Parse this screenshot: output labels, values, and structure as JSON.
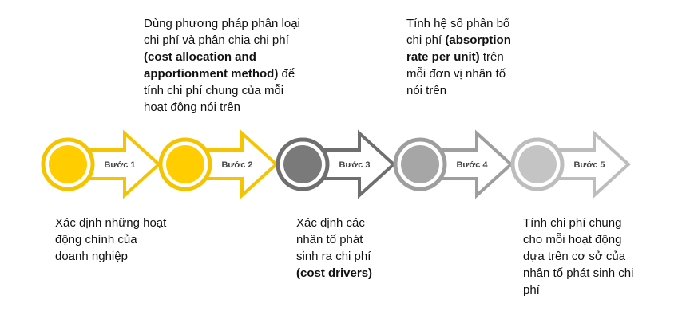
{
  "steps": [
    {
      "label": "Bước 1",
      "color": "#F5C400",
      "circle_fill": "#FFCD00"
    },
    {
      "label": "Bước 2",
      "color": "#F5C400",
      "circle_fill": "#FFCD00"
    },
    {
      "label": "Bước 3",
      "color": "#6F6F6F",
      "circle_fill": "#7A7A7A"
    },
    {
      "label": "Bước 4",
      "color": "#9E9E9E",
      "circle_fill": "#A6A6A6"
    },
    {
      "label": "Bước 5",
      "color": "#BDBDBD",
      "circle_fill": "#C4C4C4"
    }
  ],
  "descriptions": {
    "step1": {
      "text": "Xác định những hoạt động chính của doanh nghiệp"
    },
    "step2": {
      "pre": "Dùng phương pháp phân loại chi phí và phân chia chi phí ",
      "bold": "(cost allocation and apportionment method)",
      "post": " để tính chi phí chung của mỗi hoạt động nói trên"
    },
    "step3": {
      "pre": "Xác định các nhân tố phát sinh ra chi phí ",
      "bold": "(cost drivers)"
    },
    "step4": {
      "pre": "Tính hệ số phân bổ chi phí ",
      "bold": "(absorption rate per unit)",
      "post": " trên mỗi đơn vị nhân tố nói trên"
    },
    "step5": {
      "text": "Tính chi phí chung cho mỗi hoạt động dựa trên cơ sở của nhân tố phát sinh chi phí"
    }
  }
}
